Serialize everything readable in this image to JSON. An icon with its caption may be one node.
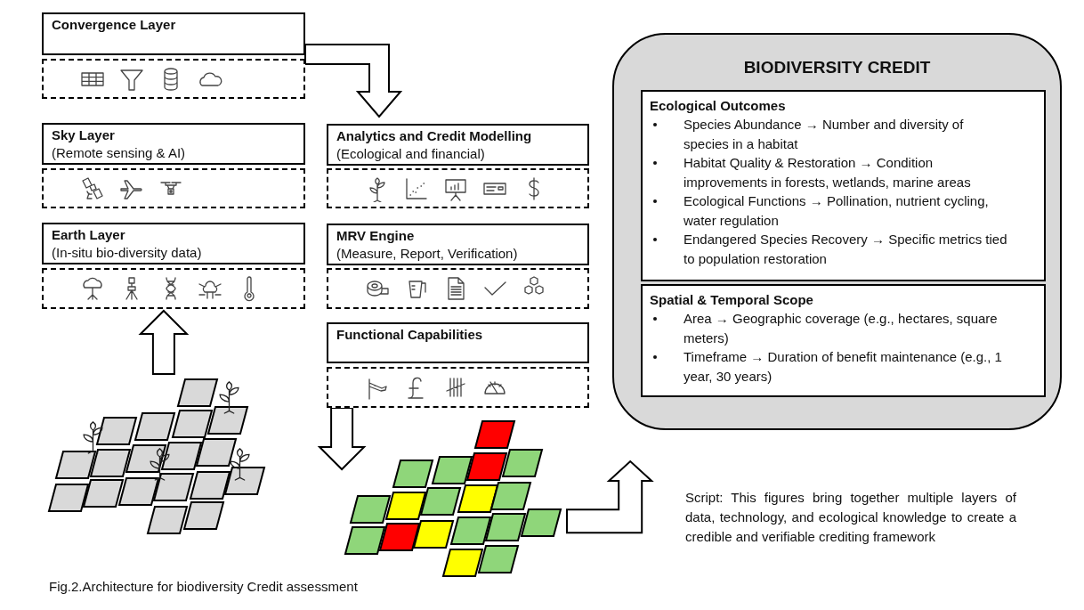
{
  "diagram": {
    "caption": "Fig.2.Architecture for biodiversity Credit assessment",
    "nodes": [
      {
        "text": [
          "Convergence Layer"
        ]
      },
      {
        "text": [],
        "shape": "box"
      },
      {
        "text": [
          "Sky Layer",
          "(Remote sensing & AI)"
        ]
      },
      {
        "text": [],
        "shape": "box"
      },
      {
        "text": [
          "Earth Layer",
          "(In-situ bio-diversity data)"
        ]
      },
      {
        "text": [],
        "shape": "box"
      },
      {
        "text": [
          "Analytics and Credit Modelling",
          "(Ecological and financial)"
        ]
      },
      {
        "text": [],
        "shape": "box"
      },
      {
        "text": [
          "MRV Engine",
          "(Measure, Report, Verification)"
        ]
      },
      {
        "text": [],
        "shape": "box"
      },
      {
        "text": [
          "Functional Capabilities"
        ]
      },
      {
        "text": [],
        "shape": "box"
      },
      {
        "text": [
          "BIODIVERSITY CREDIT"
        ]
      },
      {
        "text": [
          "Ecological Outcomes",
          "Species Abundance → Number and diversity of species in a habitat",
          "Habitat Quality & Restoration → Condition improvements in forests, wetlands, marine areas",
          "Ecological Functions → Pollination, nutrient cycling, water regulation",
          "Endangered Species Recovery → Specific metrics tied to population restoration"
        ],
        "in": 12
      },
      {
        "text": [
          "Spatial & Temporal Scope",
          "Area → Geographic coverage (e.g., hectares, square meters)",
          "Timeframe → Duration of benefit maintenance (e.g., 1 year, 30 years)"
        ],
        "in": 12
      },
      {
        "text": [],
        "shape": "picture"
      },
      {
        "text": [],
        "shape": "picture"
      }
    ],
    "edges": [
      {
        "from": 0,
        "to": 6,
        "arrow": "to"
      },
      {
        "from": 15,
        "to": 5,
        "arrow": "to"
      },
      {
        "from": 11,
        "to": 16,
        "arrow": "to"
      },
      {
        "from": 16,
        "to": 12,
        "arrow": "to"
      }
    ],
    "labels": [
      "Script: This figures bring together multiple layers of data, technology, and ecological knowledge to create a credible and verifiable crediting framework"
    ]
  }
}
